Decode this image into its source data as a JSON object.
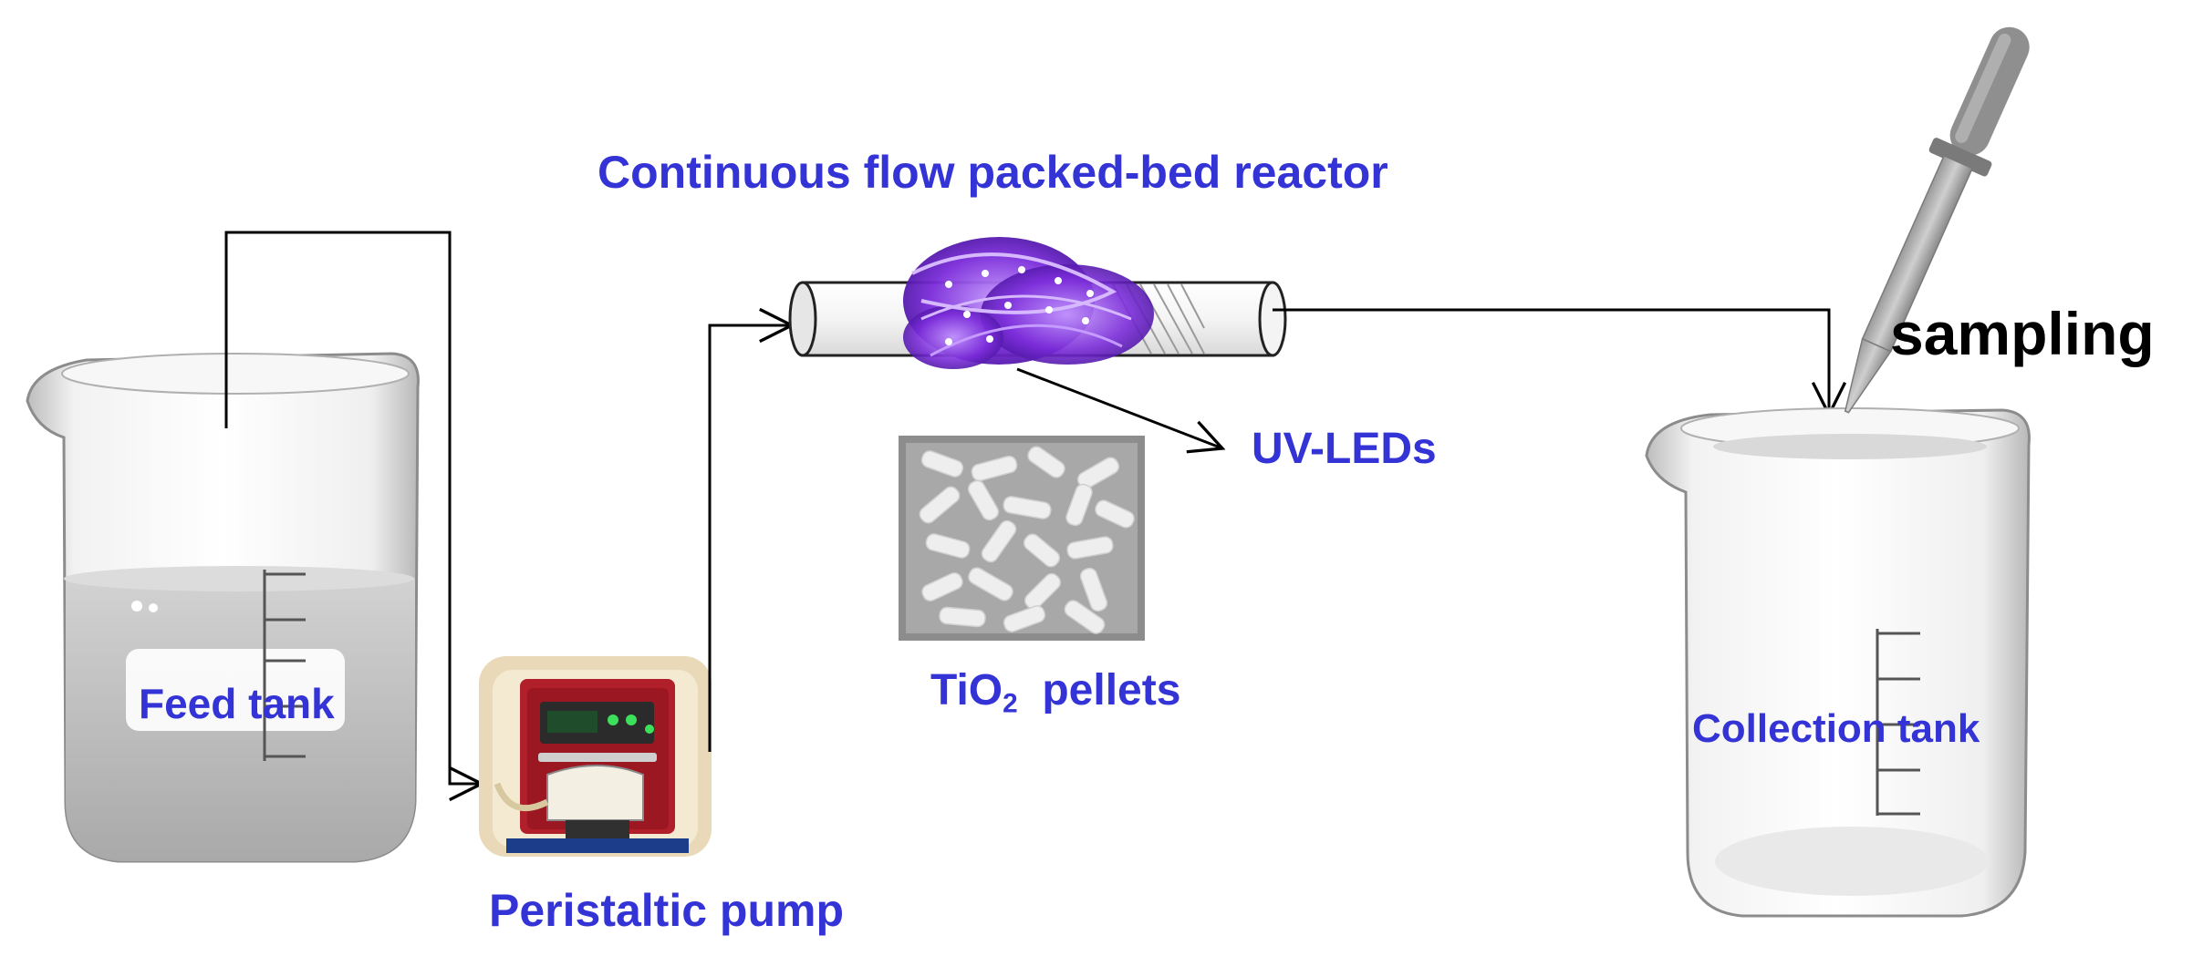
{
  "labels": {
    "reactor": "Continuous  flow packed-bed reactor",
    "uv_leds": "UV-LEDs",
    "pellets_prefix": "TiO",
    "pellets_sub": "2",
    "pellets_suffix": "  pellets",
    "feed_tank": "Feed tank",
    "pump": "Peristaltic pump",
    "collection_tank": "Collection tank",
    "sampling": "sampling"
  },
  "colors": {
    "label": "#3333d6",
    "uv_led": "#7a2bd9",
    "liquid": "#c4c4c4",
    "pump_red": "#b1202a",
    "pellet": "#eeeeee",
    "line": "#000000"
  }
}
